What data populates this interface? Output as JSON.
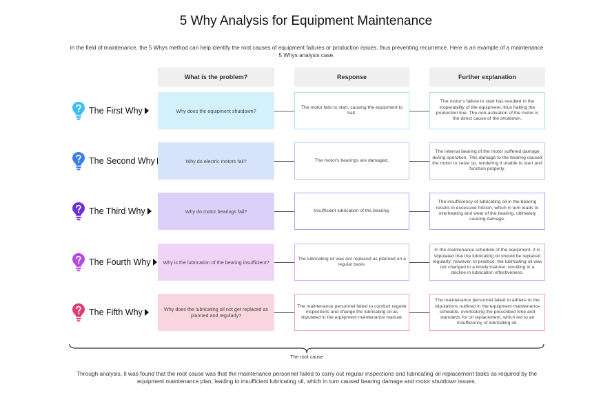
{
  "title": "5 Why Analysis for Equipment Maintenance",
  "intro": "In the field of maintenance, the 5 Whys method can help identify the root causes of equipment failures or production issues, thus preventing recurrence. Here is an example of a maintenance 5 Whys analysis case.",
  "headers": {
    "problem": "What is the problem?",
    "response": "Response",
    "explanation": "Further explanation"
  },
  "rows": [
    {
      "label": "The First Why",
      "color": "#3cbff0",
      "fill": "#d3f1fb",
      "border": "#a8dff0",
      "problem": "Why does the equipment shutdown?",
      "response": "The motor fails to start, causing the equipment to halt.",
      "explanation": "The motor's failure to start has resulted in the inoperability of the equipment, thus halting the production line. The non-activation of the motor is the direct cause of the shutdown."
    },
    {
      "label": "The Second Why",
      "color": "#3b7fe6",
      "fill": "#d6e3fb",
      "border": "#b0c8f3",
      "problem": "Why do electric motors fail?",
      "response": "The motor's bearings are damaged.",
      "explanation": "The internal bearing of the motor suffered damage during operation. This damage to the bearing caused the motor to seize up, rendering it unable to start and function properly."
    },
    {
      "label": "The Third Why",
      "color": "#6a2fd6",
      "fill": "#dbd0fa",
      "border": "#b89df0",
      "problem": "Why do motor bearings fail?",
      "response": "Insufficient lubrication of the bearing.",
      "explanation": "The insufficiency of lubricating oil in the bearing results in excessive friction, which in turn leads to overheating and wear of the bearing, ultimately causing damage."
    },
    {
      "label": "The Fourth Why",
      "color": "#b548e0",
      "fill": "#f0d4f8",
      "border": "#d9a6ec",
      "problem": "Why is the lubrication of the bearing insufficient?",
      "response": "The lubricating oil was not replaced as planned on a regular basis.",
      "explanation": "In the maintenance schedule of the equipment, it is stipulated that the lubricating oil should be replaced regularly; however, in practice, the lubricating oil was not changed in a timely manner, resulting in a decline in lubrication effectiveness."
    },
    {
      "label": "The Fifth Why",
      "color": "#e03c6e",
      "fill": "#f9d5df",
      "border": "#ee9fb5",
      "problem": "Why does the lubricating oil not get replaced as planned and regularly?",
      "response": "The maintenance personnel failed to conduct regular inspections and change the lubricating oil as stipulated in the equipment maintenance manual.",
      "explanation": "The maintenance personnel failed to adhere to the stipulations outlined in the equipment maintenance schedule, overlooking the prescribed time and standards for oil replacement, which led to an insufficiency of lubricating oil."
    }
  ],
  "brace_label": "The root cause",
  "conclusion": "Through analysis, it was found that the root cause was that the maintenance personnel failed to carry out regular inspections and lubricating oil replacement tasks as required by the equipment maintenance plan, leading to insufficient lubricating oil, which in turn caused bearing damage and motor shutdown issues.",
  "icons": {
    "row_icon": "lightbulb-question-icon",
    "arrow": "triangle-right-icon"
  }
}
